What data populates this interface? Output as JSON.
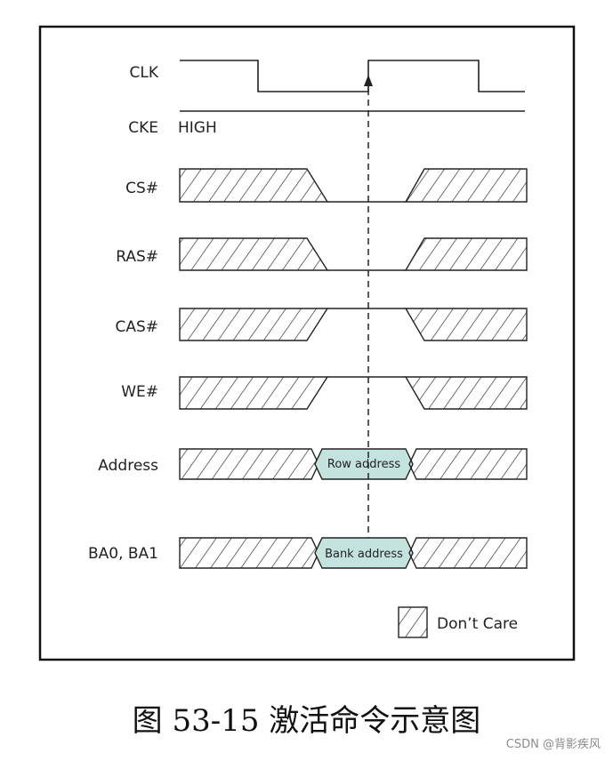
{
  "diagram": {
    "signals": [
      {
        "id": "clk",
        "label": "CLK"
      },
      {
        "id": "cke",
        "label": "CKE",
        "value_text": "HIGH"
      },
      {
        "id": "cs",
        "label": "CS#"
      },
      {
        "id": "ras",
        "label": "RAS#"
      },
      {
        "id": "cas",
        "label": "CAS#"
      },
      {
        "id": "we",
        "label": "WE#"
      },
      {
        "id": "address",
        "label": "Address",
        "box_text": "Row address"
      },
      {
        "id": "ba",
        "label": "BA0, BA1",
        "box_text": "Bank address"
      }
    ],
    "legend_label": "Don’t Care",
    "box_fill": "#c5e3de",
    "line_color": "#222222"
  },
  "caption": "图 53-15  激活命令示意图",
  "watermark": "CSDN @背影疾风"
}
